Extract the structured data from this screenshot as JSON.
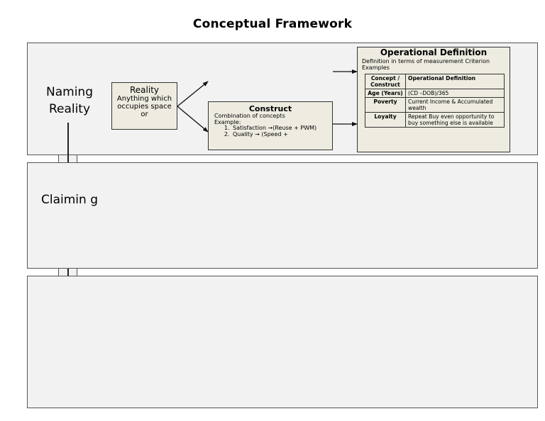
{
  "title": "Conceptual Framework",
  "sections": {
    "naming": "Naming Reality",
    "claiming": "Claimin g"
  },
  "reality": {
    "title": "Reality",
    "description": "Anything which occupies space or"
  },
  "construct": {
    "title": "Construct",
    "description": "Combination of concepts",
    "example_label": "Example:",
    "examples": [
      "Satisfaction →(Reuse + PWM)",
      "Quality → (Speed +"
    ]
  },
  "operational_definition": {
    "title": "Operational Definition",
    "subtitle": "Definition in terms of measurement Criterion Examples",
    "columns": [
      "Concept / Construct",
      "Operational Definition"
    ],
    "rows": [
      {
        "concept": "Age (Years)",
        "definition": "(CD –DOB)/365"
      },
      {
        "concept": "Poverty",
        "definition": "Current Income & Accumulated wealth"
      },
      {
        "concept": "Loyalty",
        "definition": "Repeat Buy even opportunity to buy something else is available"
      }
    ]
  }
}
